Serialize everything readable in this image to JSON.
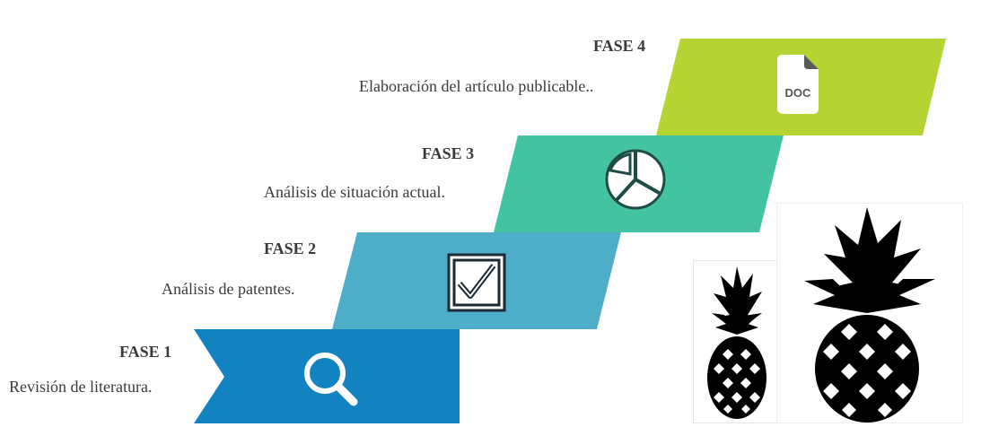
{
  "phases": [
    {
      "title": "FASE 1",
      "desc": "Revisión de literatura.",
      "color": "#1282c0",
      "icon": "search-icon"
    },
    {
      "title": "FASE 2",
      "desc": "Análisis de patentes.",
      "color": "#4eaec9",
      "icon": "checkbox-icon"
    },
    {
      "title": "FASE 3",
      "desc": "Análisis de situación actual.",
      "color": "#44c3a3",
      "icon": "pie-chart-icon"
    },
    {
      "title": "FASE 4",
      "desc": "Elaboración del artículo publicable..",
      "color": "#b6d334",
      "icon": "doc-file-icon",
      "icon_label": "DOC"
    }
  ],
  "illustration": {
    "name": "pineapple-illustrations",
    "count": 2
  }
}
